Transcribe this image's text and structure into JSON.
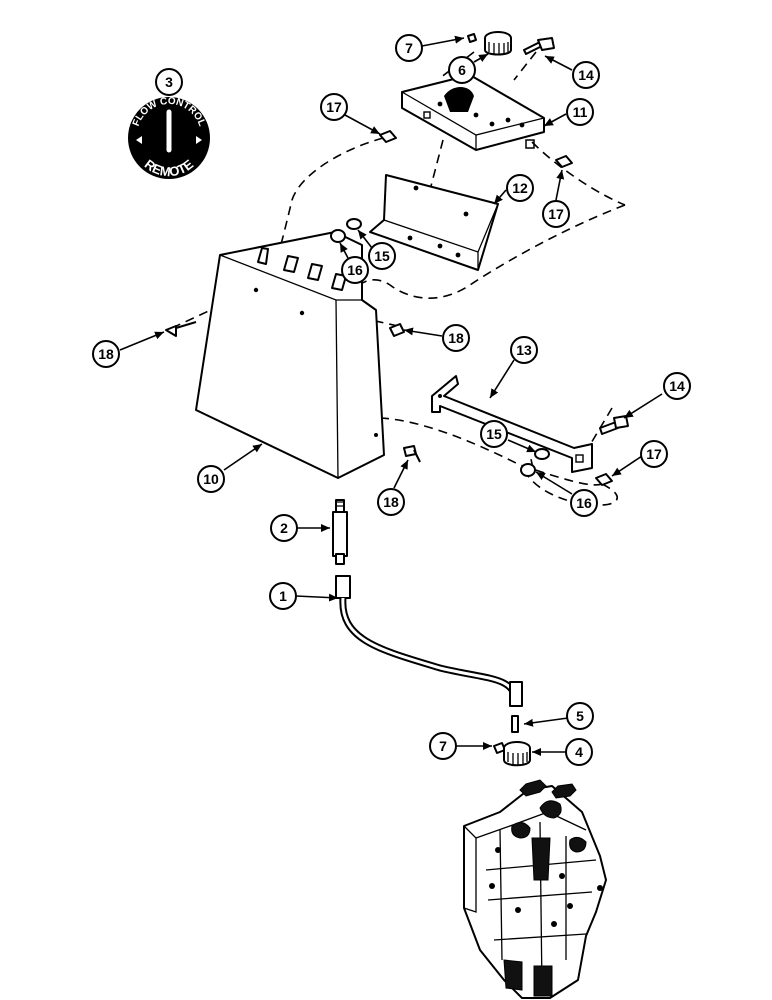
{
  "decal": {
    "callout": "3",
    "top_text": "FLOW CONTROL",
    "bottom_text": "REMOTE"
  },
  "callouts": {
    "c1": "1",
    "c2": "2",
    "c4": "4",
    "c5": "5",
    "c6": "6",
    "c7a": "7",
    "c7b": "7",
    "c10": "10",
    "c11": "11",
    "c12": "12",
    "c13": "13",
    "c14a": "14",
    "c14b": "14",
    "c15a": "15",
    "c15b": "15",
    "c16a": "16",
    "c16b": "16",
    "c17a": "17",
    "c17b": "17",
    "c17c": "17",
    "c18a": "18",
    "c18b": "18",
    "c18c": "18"
  }
}
